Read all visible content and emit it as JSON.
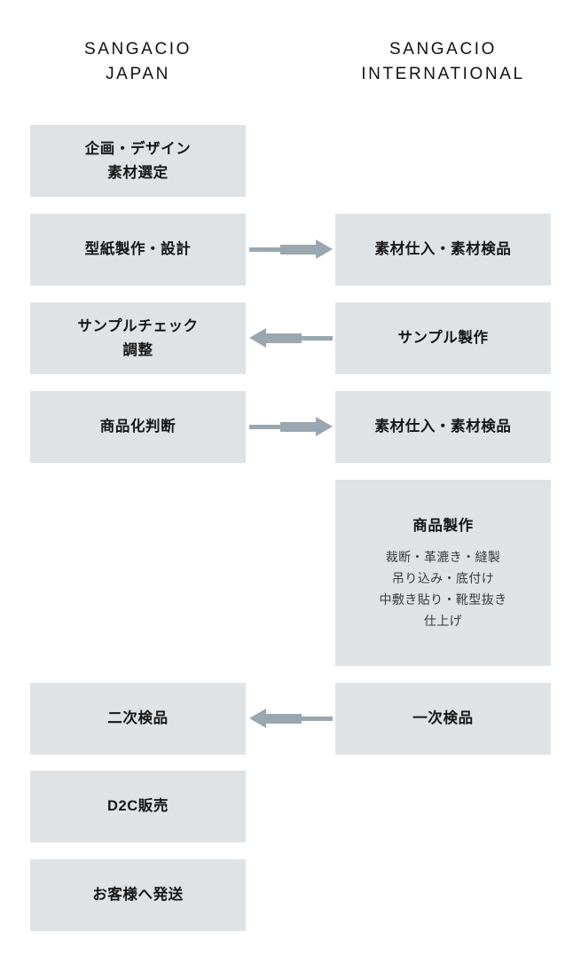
{
  "columns": [
    {
      "id": "sangacio-japan",
      "title": "SANGACIO\nJAPAN"
    },
    {
      "id": "sangacio-international",
      "title": "SANGACIO\nINTERNATIONAL"
    }
  ],
  "colors": {
    "box_fill": "#dfe3e6",
    "arrow": "#9aa7b0",
    "text": "#161616",
    "background": "#ffffff"
  },
  "left_boxes": [
    {
      "id": "planning-design",
      "label": "企画・デザイン\n素材選定"
    },
    {
      "id": "pattern-making",
      "label": "型紙製作・設計"
    },
    {
      "id": "sample-check",
      "label": "サンプルチェック\n調整"
    },
    {
      "id": "commercialization-decision",
      "label": "商品化判断"
    },
    {
      "id": "secondary-inspection",
      "label": "二次検品"
    },
    {
      "id": "d2c-sales",
      "label": "D2C販売"
    },
    {
      "id": "ship-to-customer",
      "label": "お客様へ発送"
    }
  ],
  "right_boxes": [
    {
      "id": "material-purchase-inspection-1",
      "label": "素材仕入・素材検品",
      "sub": ""
    },
    {
      "id": "sample-production",
      "label": "サンプル製作",
      "sub": ""
    },
    {
      "id": "material-purchase-inspection-2",
      "label": "素材仕入・素材検品",
      "sub": ""
    },
    {
      "id": "product-manufacturing",
      "label": "商品製作",
      "sub": "裁断・革漉き・縫製\n吊り込み・底付け\n中敷き貼り・靴型抜き\n仕上げ"
    },
    {
      "id": "primary-inspection",
      "label": "一次検品",
      "sub": ""
    }
  ],
  "arrows": [
    {
      "id": "pattern-to-material",
      "direction": "right"
    },
    {
      "id": "sample-to-check",
      "direction": "left"
    },
    {
      "id": "decision-to-material",
      "direction": "right"
    },
    {
      "id": "primary-to-secondary",
      "direction": "left"
    }
  ]
}
